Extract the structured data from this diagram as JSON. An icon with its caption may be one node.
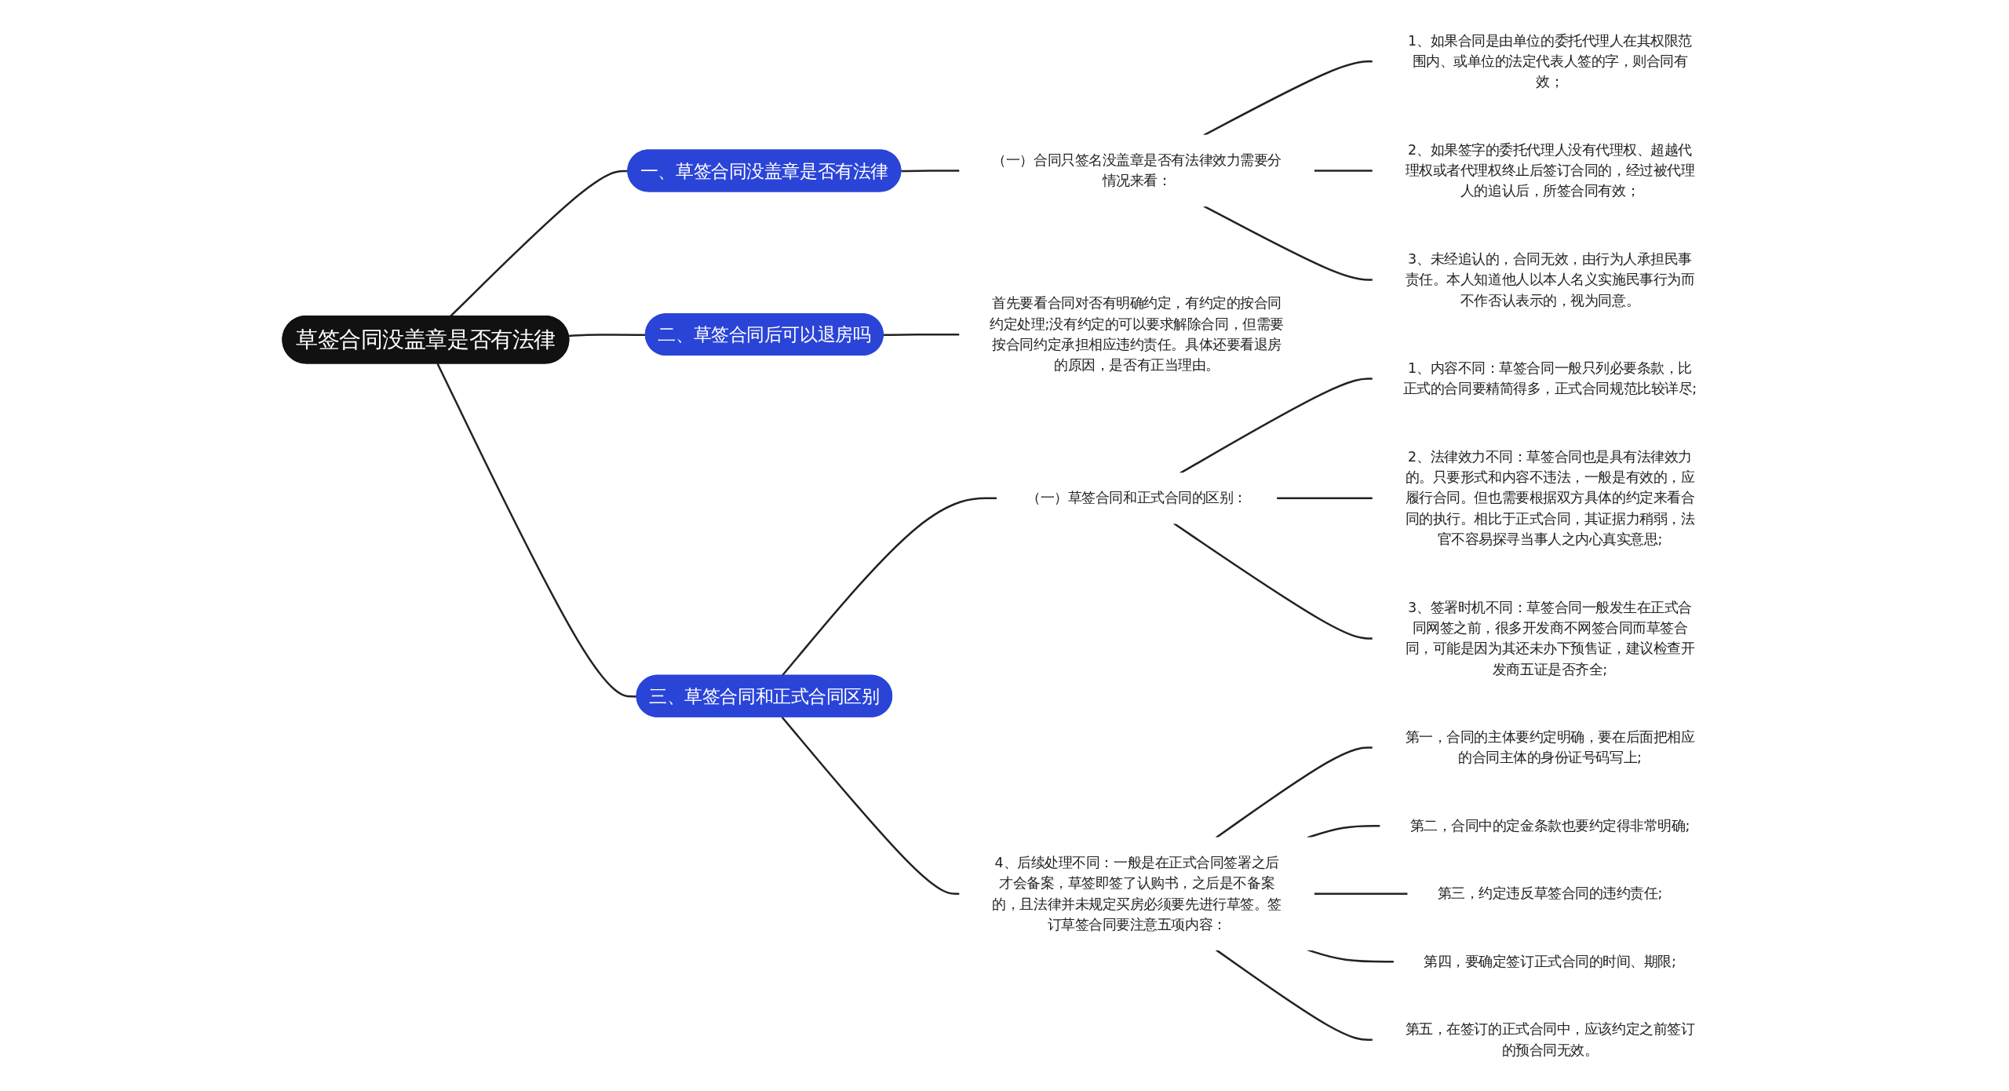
{
  "diagram": {
    "nodes": [
      {
        "text": [
          "草签合同没盖章是否有法律"
        ]
      },
      {
        "text": [
          "一、草签合同没盖章是否有法律"
        ]
      },
      {
        "text": [
          "（一）合同只签名没盖章是否有法律效力需要分情况来看："
        ]
      },
      {
        "text": [
          "1、如果合同是由单位的委托代理人在其权限范围内、或单位的法定代表人签的字，则合同有效；"
        ]
      },
      {
        "text": [
          "2、如果签字的委托代理人没有代理权、超越代理权或者代理权终止后签订合同的，经过被代理人的追认后，所签合同有效；"
        ]
      },
      {
        "text": [
          "3、未经追认的，合同无效，由行为人承担民事责任。本人知道他人以本人名义实施民事行为而不作否认表示的，视为同意。"
        ]
      },
      {
        "text": [
          "二、草签合同后可以退房吗"
        ]
      },
      {
        "text": [
          "首先要看合同对否有明确约定，有约定的按合同约定处理;没有约定的可以要求解除合同，但需要按合同约定承担相应违约责任。具体还要看退房的原因，是否有正当理由。"
        ]
      },
      {
        "text": [
          "三、草签合同和正式合同区别"
        ]
      },
      {
        "text": [
          "（一）草签合同和正式合同的区别："
        ]
      },
      {
        "text": [
          "1、内容不同：草签合同一般只列必要条款，比正式的合同要精简得多，正式合同规范比较详尽;"
        ]
      },
      {
        "text": [
          "2、法律效力不同：草签合同也是具有法律效力的。只要形式和内容不违法，一般是有效的，应履行合同。但也需要根据双方具体的约定来看合同的执行。相比于正式合同，其证据力稍弱，法官不容易探寻当事人之内心真实意思;"
        ]
      },
      {
        "text": [
          "3、签署时机不同：草签合同一般发生在正式合同网签之前，很多开发商不网签合同而草签合同，可能是因为其还未办下预售证，建议检查开发商五证是否齐全;"
        ]
      },
      {
        "text": [
          "4、后续处理不同：一般是在正式合同签署之后才会备案，草签即签了认购书，之后是不备案的，且法律并未规定买房必须要先进行草签。签订草签合同要注意五项内容："
        ]
      },
      {
        "text": [
          "第一，合同的主体要约定明确，要在后面把相应的合同主体的身份证号码写上;"
        ]
      },
      {
        "text": [
          "第二，合同中的定金条款也要约定得非常明确;"
        ]
      },
      {
        "text": [
          "第三，约定违反草签合同的违约责任;"
        ]
      },
      {
        "text": [
          "第四，要确定签订正式合同的时间、期限;"
        ]
      },
      {
        "text": [
          "第五，在签订的正式合同中，应该约定之前签订的预合同无效。"
        ]
      }
    ],
    "edges": [
      {
        "from": 0,
        "to": 1,
        "arrow": "none"
      },
      {
        "from": 1,
        "to": 2,
        "arrow": "none"
      },
      {
        "from": 2,
        "to": 3,
        "arrow": "none"
      },
      {
        "from": 2,
        "to": 4,
        "arrow": "none"
      },
      {
        "from": 2,
        "to": 5,
        "arrow": "none"
      },
      {
        "from": 0,
        "to": 6,
        "arrow": "none"
      },
      {
        "from": 6,
        "to": 7,
        "arrow": "none"
      },
      {
        "from": 0,
        "to": 8,
        "arrow": "none"
      },
      {
        "from": 8,
        "to": 9,
        "arrow": "none"
      },
      {
        "from": 9,
        "to": 10,
        "arrow": "none"
      },
      {
        "from": 9,
        "to": 11,
        "arrow": "none"
      },
      {
        "from": 9,
        "to": 12,
        "arrow": "none"
      },
      {
        "from": 8,
        "to": 13,
        "arrow": "none"
      },
      {
        "from": 13,
        "to": 14,
        "arrow": "none"
      },
      {
        "from": 13,
        "to": 15,
        "arrow": "none"
      },
      {
        "from": 13,
        "to": 16,
        "arrow": "none"
      },
      {
        "from": 13,
        "to": 17,
        "arrow": "none"
      },
      {
        "from": 13,
        "to": 18,
        "arrow": "none"
      }
    ]
  }
}
